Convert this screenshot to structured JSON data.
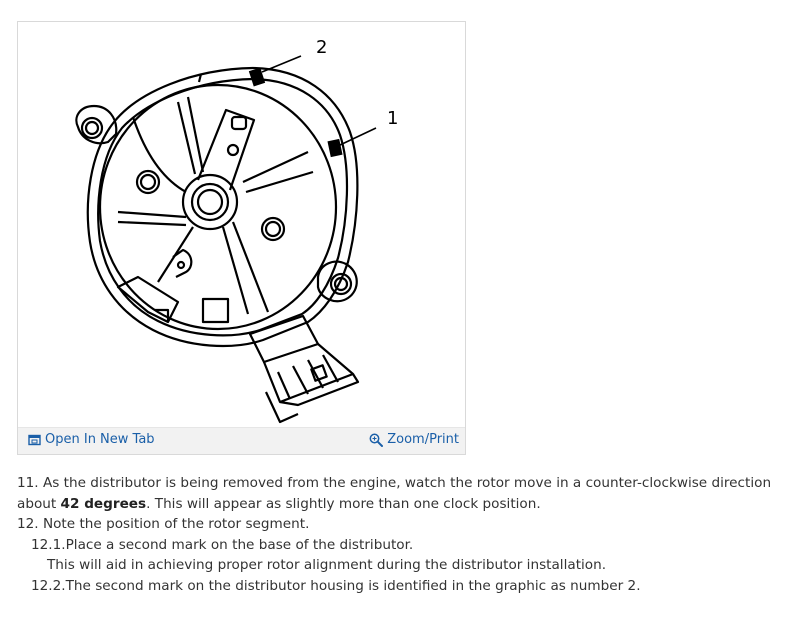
{
  "figure": {
    "callouts": [
      "2",
      "1"
    ],
    "open_tab_label": "Open In New Tab",
    "zoom_label": "Zoom/Print",
    "open_tab_icon": "open-in-new-tab-icon",
    "zoom_icon": "magnifier-icon",
    "link_color": "#1a5fa8"
  },
  "steps": {
    "s11_prefix": "11. As the distributor is being removed from the engine, watch the rotor move in a counter-clockwise direction about ",
    "s11_bold": "42 degrees",
    "s11_suffix": ". This will appear as slightly more than one clock position.",
    "s12": "12. Note the position of the rotor segment.",
    "s12_1": "12.1.Place a second mark on the base of the distributor.",
    "s12_1_note": "This will aid in achieving proper rotor alignment during the distributor installation.",
    "s12_2": "12.2.The second mark on the distributor housing is identified in the graphic as number 2."
  }
}
